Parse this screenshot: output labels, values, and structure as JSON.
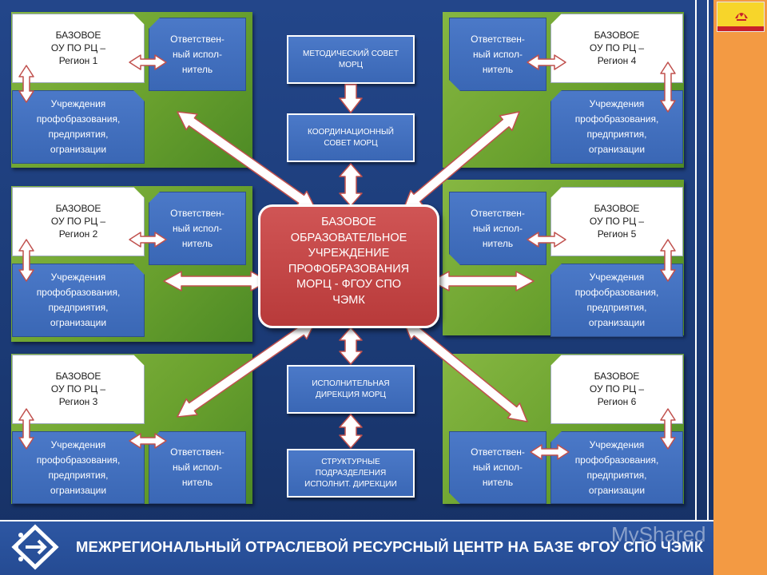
{
  "regions": [
    {
      "title": "БАЗОВОЕ\nОУ ПО РЦ –\nРегион 1"
    },
    {
      "title": "БАЗОВОЕ\nОУ ПО РЦ –\nРегион 2"
    },
    {
      "title": "БАЗОВОЕ\nОУ ПО РЦ –\nРегион 3"
    },
    {
      "title": "БАЗОВОЕ\nОУ ПО РЦ –\nРегион 4"
    },
    {
      "title": "БАЗОВОЕ\nОУ ПО РЦ –\nРегион 5"
    },
    {
      "title": "БАЗОВОЕ\nОУ ПО РЦ –\nРегион 6"
    }
  ],
  "responsible": "Ответствен-\nный испол-\nнитель",
  "institutions": "Учреждения\nпрофобразования,\nпредприятия,\nогранизации",
  "center": {
    "method_council": "МЕТОДИЧЕСКИЙ СОВЕТ\nМОРЦ",
    "coord_council": "КООРДИНАЦИОННЫЙ\nСОВЕТ МОРЦ",
    "main": "БАЗОВОЕ\nОБРАЗОВАТЕЛЬНОЕ\nУЧРЕЖДЕНИЕ\nПРОФОБРАЗОВАНИЯ\nМОРЦ - ФГОУ СПО\nЧЭМК",
    "exec_directorate": "ИСПОЛНИТЕЛЬНАЯ\nДИРЕКЦИЯ МОРЦ",
    "struct_units": "СТРУКТУРНЫЕ\nПОДРАЗДЕЛЕНИЯ\nИСПОЛНИТ. ДИРЕКЦИИ"
  },
  "footer": {
    "title": "МЕЖРЕГИОНАЛЬНЫЙ ОТРАСЛЕВОЙ РЕСУРСНЫЙ ЦЕНТР НА БАЗЕ ФГОУ СПО ЧЭМК",
    "watermark": "MyShared"
  },
  "colors": {
    "background": "#1d3c78",
    "panel_green": "#6aa12e",
    "box_blue": "#3f6dba",
    "center_red": "#c44646",
    "side_orange": "#f39a43",
    "arrow_white": "#ffffff",
    "arrow_outline": "#c0504d"
  },
  "icons": [
    "flag-icon",
    "network-logo-icon"
  ]
}
